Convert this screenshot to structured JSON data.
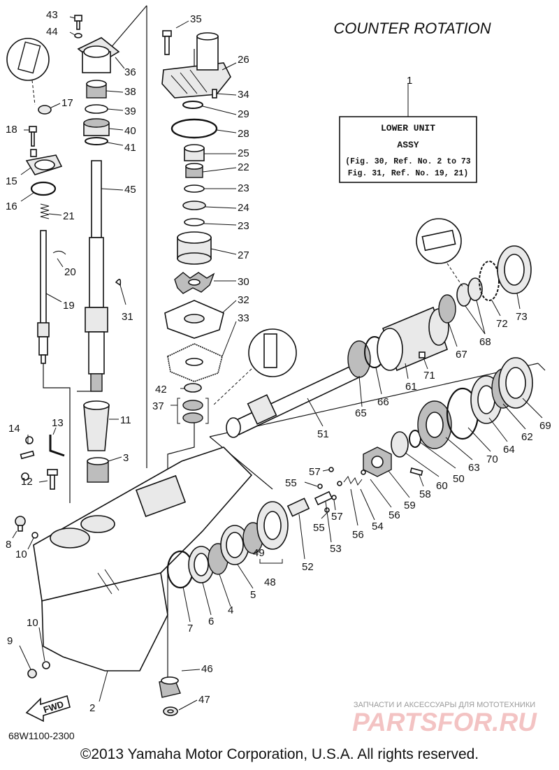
{
  "header": {
    "title": "COUNTER  ROTATION"
  },
  "info_box": {
    "lines": [
      "LOWER UNIT",
      "ASSY",
      "(Fig. 30, Ref. No. 2 to 73",
      "Fig. 31, Ref. No. 19, 21)"
    ]
  },
  "labels": {
    "p1": "1",
    "p2": "2",
    "p3": "3",
    "p4": "4",
    "p5": "5",
    "p6": "6",
    "p7": "7",
    "p8": "8",
    "p9": "9",
    "p10a": "10",
    "p10b": "10",
    "p11": "11",
    "p12": "12",
    "p13": "13",
    "p14": "14",
    "p15": "15",
    "p16": "16",
    "p17": "17",
    "p18": "18",
    "p19": "19",
    "p20": "20",
    "p21": "21",
    "p22": "22",
    "p23a": "23",
    "p23b": "23",
    "p24": "24",
    "p25": "25",
    "p26": "26",
    "p27": "27",
    "p28": "28",
    "p29": "29",
    "p30": "30",
    "p31": "31",
    "p32": "32",
    "p33": "33",
    "p34": "34",
    "p35": "35",
    "p36": "36",
    "p37": "37",
    "p38": "38",
    "p39": "39",
    "p40": "40",
    "p41": "41",
    "p42": "42",
    "p43": "43",
    "p44": "44",
    "p45": "45",
    "p46": "46",
    "p47": "47",
    "p48": "48",
    "p49": "49",
    "p50": "50",
    "p51": "51",
    "p52": "52",
    "p53": "53",
    "p54": "54",
    "p55a": "55",
    "p55b": "55",
    "p56a": "56",
    "p56b": "56",
    "p57a": "57",
    "p57b": "57",
    "p58": "58",
    "p59": "59",
    "p60": "60",
    "p61": "61",
    "p62": "62",
    "p63": "63",
    "p64": "64",
    "p65": "65",
    "p66": "66",
    "p67": "67",
    "p68": "68",
    "p69": "69",
    "p70": "70",
    "p71": "71",
    "p72": "72",
    "p73": "73"
  },
  "forward_badge": "FWD",
  "diagram_code": "68W1100-2300",
  "copyright": "©2013 Yamaha Motor Corporation, U.S.A. All rights reserved.",
  "watermark": {
    "tagline": "ЗАПЧАСТИ И АКСЕССУАРЫ ДЛЯ МОТОТЕХНИКИ",
    "logo": "PARTSFOR.RU"
  },
  "colors": {
    "ink": "#111111",
    "watermark": "#f3c3c3",
    "background": "#ffffff"
  }
}
